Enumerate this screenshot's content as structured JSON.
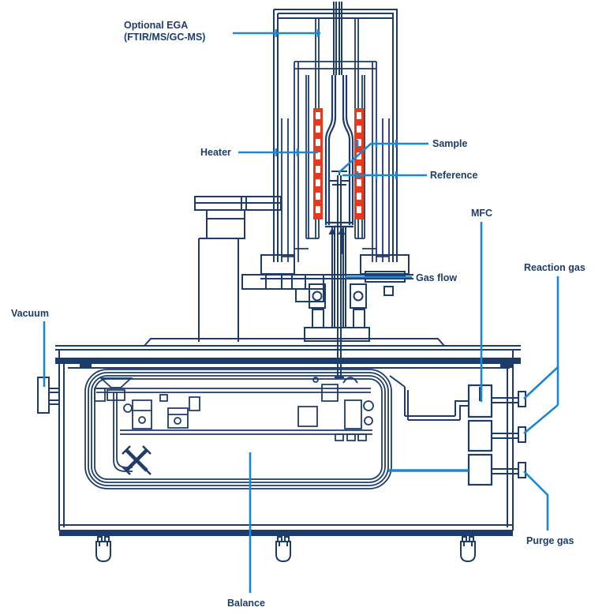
{
  "diagram": {
    "kind": "instrument-schematic"
  },
  "colors": {
    "line_navy": "#1d3c6b",
    "accent_blue": "#1b87d3",
    "heater_red": "#e8391d",
    "background": "#ffffff"
  },
  "labels": {
    "optional_ega_line1": "Optional EGA",
    "optional_ega_line2": "(FTIR/MS/GC-MS)",
    "heater": "Heater",
    "sample": "Sample",
    "reference": "Reference",
    "mfc": "MFC",
    "gas_flow": "Gas flow",
    "reaction_gas": "Reaction gas",
    "vacuum": "Vacuum",
    "purge_gas": "Purge gas",
    "balance": "Balance"
  }
}
